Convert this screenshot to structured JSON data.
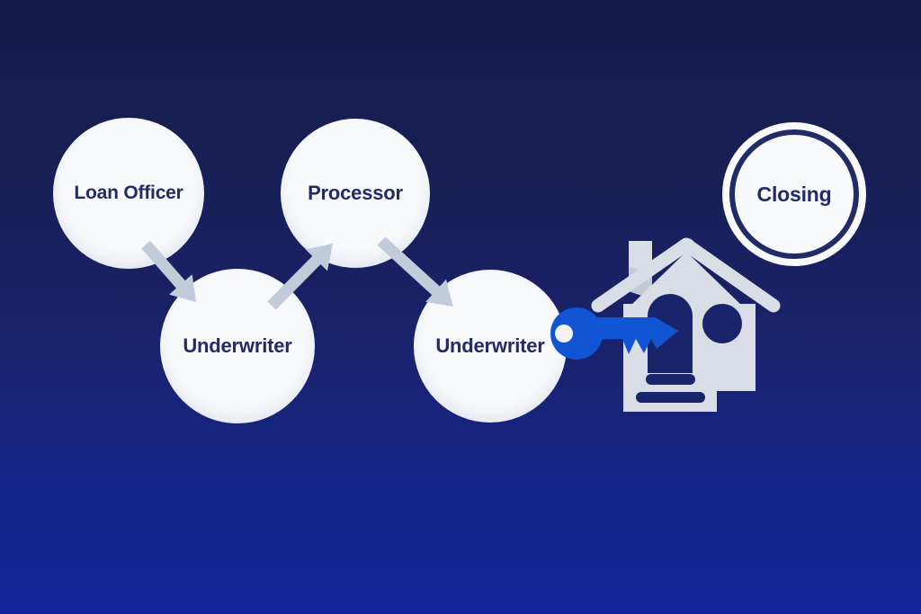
{
  "diagram": {
    "type": "process-flow",
    "nodes": [
      {
        "id": "loan-officer",
        "label": "Loan Officer"
      },
      {
        "id": "underwriter-1",
        "label": "Underwriter"
      },
      {
        "id": "processor",
        "label": "Processor"
      },
      {
        "id": "underwriter-2",
        "label": "Underwriter"
      },
      {
        "id": "closing",
        "label": "Closing"
      }
    ],
    "connections": [
      {
        "from": "loan-officer",
        "to": "underwriter-1",
        "style": "arrow-down-right"
      },
      {
        "from": "underwriter-1",
        "to": "processor",
        "style": "arrow-up-right"
      },
      {
        "from": "processor",
        "to": "underwriter-2",
        "style": "arrow-down-right"
      },
      {
        "from": "underwriter-2",
        "to": "closing",
        "style": "key-into-house"
      }
    ],
    "icons": {
      "key_icon": "key-icon",
      "house_icon": "house-icon",
      "flow_arrow_icon": "arrow-icon"
    }
  },
  "colors": {
    "background_top": "#141b4a",
    "background_middle": "#1a2268",
    "background_bottom": "#13259a",
    "circle_fill": "#f8f9fb",
    "label_text": "#212b66",
    "arrow": "#c2cbda",
    "key_blue": "#1155d4",
    "key_hole_white": "#f2f4f8",
    "house_gray": "#d9dde6",
    "house_shadow_gray": "#c3cad7",
    "opening_navy": "#1a246b",
    "closing_ring": "#212b66"
  }
}
